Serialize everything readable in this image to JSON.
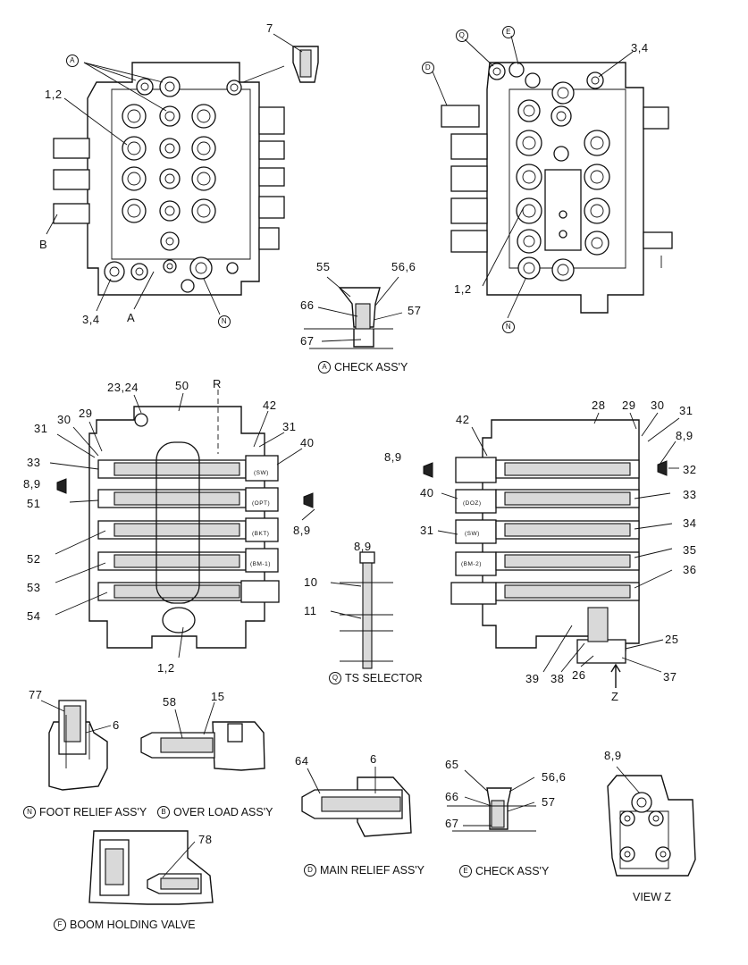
{
  "callouts": {
    "top_left_7": "7",
    "top_left_1_2": "1,2",
    "top_left_B": "B",
    "top_left_3_4": "3,4",
    "top_left_A_letter": "A",
    "top_left_circle_A": "A",
    "top_left_circle_N": "N",
    "top_right_circle_Q": "Q",
    "top_right_circle_E": "E",
    "top_right_circle_D": "D",
    "top_right_3_4": "3,4",
    "top_right_1_2": "1,2",
    "top_right_circle_N": "N",
    "check_a_55": "55",
    "check_a_56_6": "56,6",
    "check_a_66": "66",
    "check_a_57": "57",
    "check_a_67": "67",
    "mid_left_23_24": "23,24",
    "mid_left_50": "50",
    "mid_left_R": "R",
    "mid_left_42": "42",
    "mid_left_31a": "31",
    "mid_left_30": "30",
    "mid_left_29": "29",
    "mid_left_31b": "31",
    "mid_left_40": "40",
    "mid_left_33": "33",
    "mid_left_8_9a": "8,9",
    "mid_left_51": "51",
    "mid_left_8_9b": "8,9",
    "mid_left_52": "52",
    "mid_left_53": "53",
    "mid_left_54": "54",
    "mid_left_1_2": "1,2",
    "ts_8_9": "8,9",
    "ts_10": "10",
    "ts_11": "11",
    "mid_right_28": "28",
    "mid_right_29": "29",
    "mid_right_30": "30",
    "mid_right_31a": "31",
    "mid_right_42": "42",
    "mid_right_8_9a": "8,9",
    "mid_right_8_9b": "8,9",
    "mid_right_32": "32",
    "mid_right_40": "40",
    "mid_right_33": "33",
    "mid_right_31b": "31",
    "mid_right_34": "34",
    "mid_right_35": "35",
    "mid_right_36": "36",
    "mid_right_25": "25",
    "mid_right_39": "39",
    "mid_right_38": "38",
    "mid_right_26": "26",
    "mid_right_37": "37",
    "mid_right_Z": "Z",
    "foot_77": "77",
    "foot_6": "6",
    "over_58": "58",
    "over_15": "15",
    "main_64": "64",
    "main_6": "6",
    "check_e_65": "65",
    "check_e_56_6": "56,6",
    "check_e_66": "66",
    "check_e_57": "57",
    "check_e_67": "67",
    "view_z_8_9": "8,9",
    "boom_78": "78"
  },
  "spool_tags": {
    "left_sw": "(SW)",
    "left_opt": "(OPT)",
    "left_bkt": "(BKT)",
    "left_bm1": "(BM-1)",
    "right_dz": "(DOZ)",
    "right_sw": "(SW)",
    "right_bm2": "(BM-2)"
  },
  "captions": {
    "check_a": {
      "mark": "A",
      "text": "CHECK ASS'Y"
    },
    "ts_selector": {
      "mark": "Q",
      "text": "TS SELECTOR"
    },
    "foot_relief": {
      "mark": "N",
      "text": "FOOT RELIEF ASS'Y"
    },
    "over_load": {
      "mark": "B",
      "text": "OVER LOAD ASS'Y"
    },
    "main_relief": {
      "mark": "D",
      "text": "MAIN RELIEF ASS'Y"
    },
    "check_e": {
      "mark": "E",
      "text": "CHECK ASS'Y"
    },
    "boom_holding": {
      "mark": "F",
      "text": "BOOM  HOLDING VALVE"
    },
    "view_z": {
      "text": "VIEW  Z"
    }
  }
}
